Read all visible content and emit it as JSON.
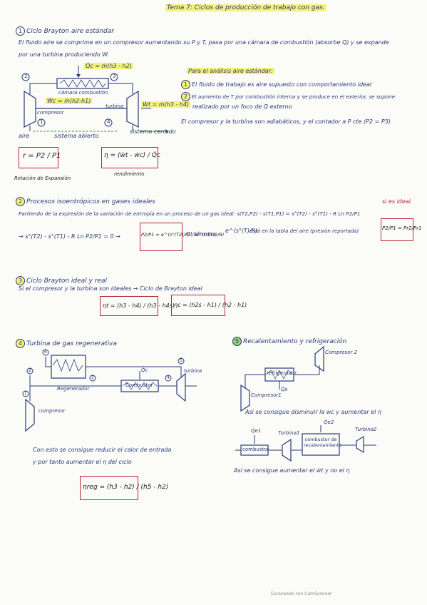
{
  "title": "Tema 7: Ciclos de producción de trabajo con gas.",
  "s1": {
    "num": "1",
    "heading": "Ciclo Brayton aire estándar",
    "line1": "El fluido aire se comprime en un compresor aumentando su P y T, pasa por una cámara de combustión (absorbe Q) y se expande",
    "line2": "por una turbina produciendo W.",
    "qc_label": "Q̇c = ṁ(h3 - h2)",
    "camara": "cámara combustión",
    "wc_label": "Ẇc = ṁ(h2-h1)",
    "compresor": "compresor",
    "turbina": "turbina",
    "wt_label": "Ẇt = ṁ(h3 - h4)",
    "aire": "aire",
    "sistema_abierto": "sistema abierto",
    "sistema_cerrado": "sistema cerrado",
    "n1": "1",
    "n2": "2",
    "n3": "3",
    "n4": "4",
    "note_head": "Para el análisis aire estándar:",
    "note1": "El fluido de trabajo es aire supuesto con comportamiento ideal",
    "note2a": "El aumento de T por combustión interna y se produce en el exterior, se supone",
    "note2b": "realizado por un foco de Q externo",
    "note3": "El compresor y la turbina son adiabáticos, y el contador a P cte (P2 = P3)",
    "r_eq": "r = P2 / P1",
    "r_caption": "Relación de Expansión",
    "eta_eq": "η = (ẇt - ẇc) / Q̇c",
    "eta_caption": "rendimiento"
  },
  "s2": {
    "num": "2",
    "heading": "Procesos isoentrópicos en gases ideales",
    "line1": "Partiendo de la expresión de la variación de entropía en un proceso de un gas ideal: s(T2,P2) - s(T1,P1) = s°(T2) - s°(T1) - R Ln P2/P1",
    "si_ideal": "si es ideal",
    "eq_left": "→ s°(T2) - s°(T1) - R Ln P2/P1 = 0 →",
    "eq_box": "P2/P1 = e^(s°(T2)/R) / e^(s°(T1)/R)",
    "termino": "El término",
    "termino_exp": "e^(s°(T)/R)",
    "esta_tabla": "está en la tabla del aire (presión reportada)",
    "final_box": "P2/P1 = Pr2/Pr1"
  },
  "s3": {
    "num": "3",
    "heading": "Ciclo Brayton ideal y real",
    "line1": "Si el compresor y la turbina son ideales → Ciclo de Brayton ideal",
    "eta_t": "ηt = (h3 - h4) / (h3 - h4s)",
    "eta_c": "ηc = (h2s - h1) / (h2 - h1)"
  },
  "s4": {
    "num": "4",
    "heading": "Turbina de gas regenerativa",
    "regenerador": "Regenerador",
    "combustor": "Combustor",
    "compresor": "compresor",
    "turbina": "turbina",
    "qc": "Q̇c",
    "text1": "Con esto se consigue reducir el calor de entrada",
    "text2": "y por tanto aumentar el η del ciclo",
    "eta_reg": "ηreg = (h3 - h2) / (h5 - h2)",
    "nodes": [
      "1",
      "2",
      "3",
      "4",
      "5",
      "6"
    ]
  },
  "s5": {
    "num": "5",
    "heading": "Recalentamiento y refrigeración",
    "compresor1": "Compresor1",
    "compresor2": "Compresor 2",
    "refrigerador": "refrigerador",
    "qs": "Q̇s",
    "text1": "Así se consigue disminuir la ẇc y aumentar el η",
    "qe1": "Q̇e1",
    "qe2": "Q̇e2",
    "turbina1": "Turbina1",
    "turbina2": "Turbina2",
    "combustor": "combustor",
    "combustor_recal": "combustor de recalentamiento",
    "text2": "Así se consigue aumentar el ẇt y no el η"
  },
  "footer": "Escaneado con CamScanner"
}
